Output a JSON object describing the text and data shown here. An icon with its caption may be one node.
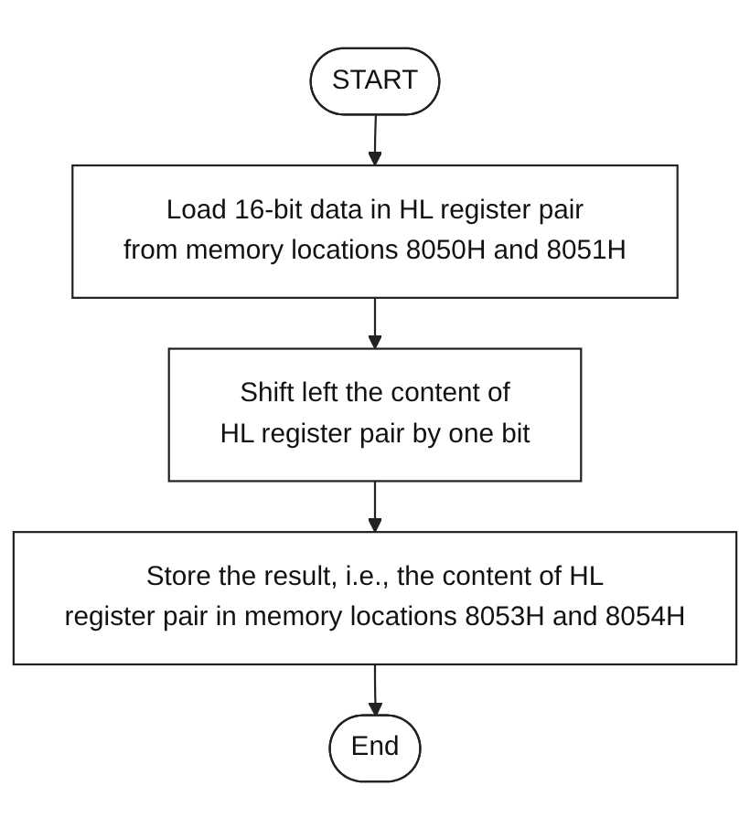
{
  "diagram": {
    "nodes": [
      {
        "text": [
          "START"
        ]
      },
      {
        "text": [
          "Load 16-bit data in HL register pair from memory locations 8050H and 8051H"
        ]
      },
      {
        "text": [
          "Shift left the content of HL register pair by one bit"
        ]
      },
      {
        "text": [
          "Store the result, i.e., the content of HL register pair in memory locations 8053H and 8054H"
        ]
      },
      {
        "text": [
          "End"
        ]
      }
    ],
    "edges": [
      {
        "from": 0,
        "to": 1,
        "arrow": "to"
      },
      {
        "from": 1,
        "to": 2,
        "arrow": "to"
      },
      {
        "from": 2,
        "to": 3,
        "arrow": "to"
      },
      {
        "from": 3,
        "to": 4,
        "arrow": "to"
      }
    ]
  }
}
